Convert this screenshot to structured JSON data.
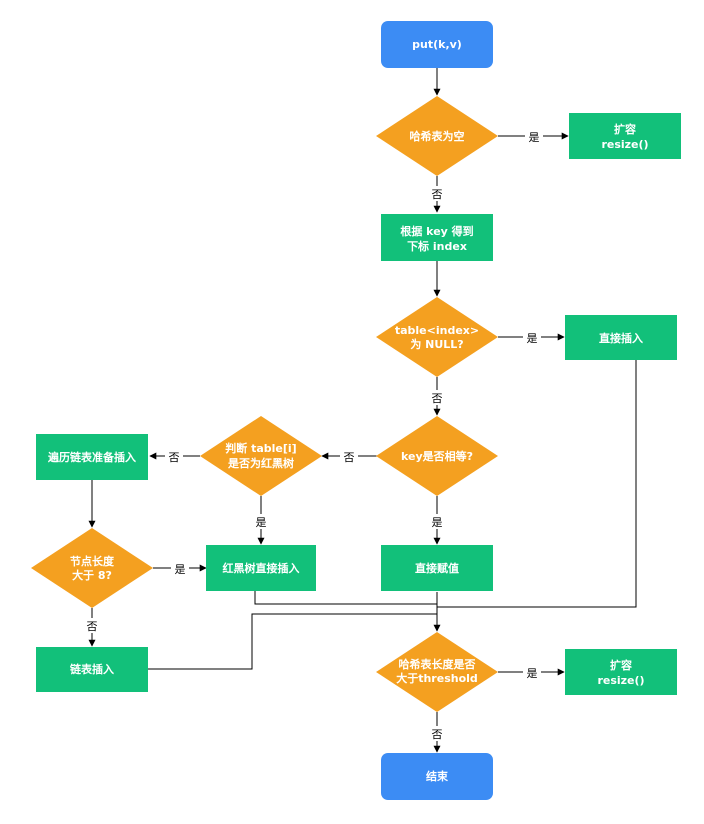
{
  "colors": {
    "start_end": "#3c8cf4",
    "process": "#12c07a",
    "decision": "#f4a020",
    "line": "#000000"
  },
  "nodes": {
    "put": "put(k,v)",
    "hash_empty": "哈希表为空",
    "resize1_a": "扩容",
    "resize1_b": "resize()",
    "get_index_a": "根据 key 得到",
    "get_index_b": "下标 index",
    "table_null_a": "table<index>",
    "table_null_b": "为 NULL?",
    "direct_insert": "直接插入",
    "key_equal": "key是否相等?",
    "is_rbtree_a": "判断 table[i]",
    "is_rbtree_b": "是否为红黑树",
    "traverse_list": "遍历链表准备插入",
    "node_length_a": "节点长度",
    "node_length_b": "大于 8?",
    "rbtree_insert": "红黑树直接插入",
    "direct_assign": "直接赋值",
    "list_insert": "链表插入",
    "threshold_a": "哈希表长度是否",
    "threshold_b": "大于threshold",
    "resize2_a": "扩容",
    "resize2_b": "resize()",
    "end": "结束"
  },
  "labels": {
    "yes": "是",
    "no": "否"
  }
}
